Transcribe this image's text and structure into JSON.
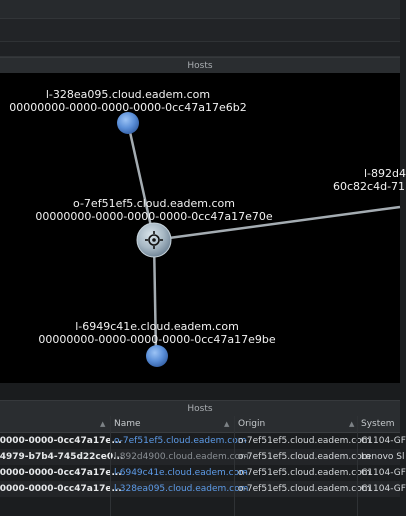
{
  "top_panel": {
    "title": "Hosts"
  },
  "graph": {
    "center": {
      "host": "o-7ef51ef5.cloud.eadem.com",
      "id": "00000000-0000-0000-0000-0cc47a17e70e",
      "icon": "crosshair-icon"
    },
    "nodes": [
      {
        "host": "l-328ea095.cloud.eadem.com",
        "id": "00000000-0000-0000-0000-0cc47a17e6b2"
      },
      {
        "host": "l-892d4",
        "id": "60c82c4d-71"
      },
      {
        "host": "l-6949c41e.cloud.eadem.com",
        "id": "00000000-0000-0000-0000-0cc47a17e9be"
      }
    ]
  },
  "bottom_panel": {
    "title": "Hosts"
  },
  "table": {
    "columns": {
      "id": "",
      "name": "Name",
      "origin": "Origin",
      "system": "System"
    },
    "rows": [
      {
        "id": "-0000-0000-0cc47a17e...",
        "name": "o-7ef51ef5.cloud.eadem.com",
        "origin": "o-7ef51ef5.cloud.eadem.com",
        "system": "C1104-GF"
      },
      {
        "id": "-4979-b7b4-745d22ce0...",
        "name": "l-892d4900.cloud.eadem.com",
        "origin": "o-7ef51ef5.cloud.eadem.com",
        "system": "Lenovo Sl"
      },
      {
        "id": "-0000-0000-0cc47a17e...",
        "name": "l-6949c41e.cloud.eadem.com",
        "origin": "o-7ef51ef5.cloud.eadem.com",
        "system": "C1104-GF"
      },
      {
        "id": "-0000-0000-0cc47a17e...",
        "name": "l-328ea095.cloud.eadem.com",
        "origin": "o-7ef51ef5.cloud.eadem.com",
        "system": "C1104-GF"
      }
    ]
  }
}
